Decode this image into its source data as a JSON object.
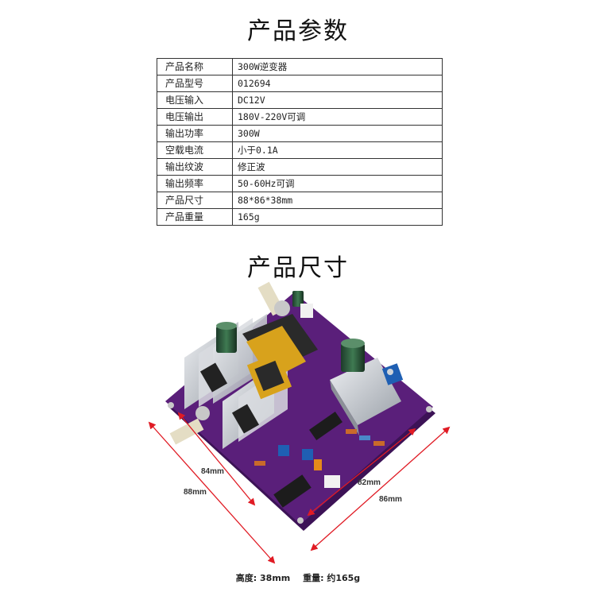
{
  "titles": {
    "params": "产品参数",
    "size": "产品尺寸"
  },
  "spec_rows": [
    {
      "key": "产品名称",
      "value": "300W逆变器"
    },
    {
      "key": "产品型号",
      "value": "012694"
    },
    {
      "key": "电压输入",
      "value": "DC12V"
    },
    {
      "key": "电压输出",
      "value": "180V-220V可调"
    },
    {
      "key": "输出功率",
      "value": "300W"
    },
    {
      "key": "空载电流",
      "value": "小于0.1A"
    },
    {
      "key": "输出纹波",
      "value": "修正波"
    },
    {
      "key": "输出频率",
      "value": "50-60Hz可调"
    },
    {
      "key": "产品尺寸",
      "value": "88*86*38mm"
    },
    {
      "key": "产品重量",
      "value": "165g"
    }
  ],
  "dimensions": {
    "inner_left": "84mm",
    "outer_left": "88mm",
    "inner_right": "82mm",
    "outer_right": "86mm"
  },
  "caption": {
    "height": "高度: 38mm",
    "weight": "重量: 约165g"
  },
  "colors": {
    "pcb": "#5a1f7a",
    "arrow": "#e01b24",
    "heatsink": "#c9ccd1",
    "transformer": "#d8a21c"
  }
}
